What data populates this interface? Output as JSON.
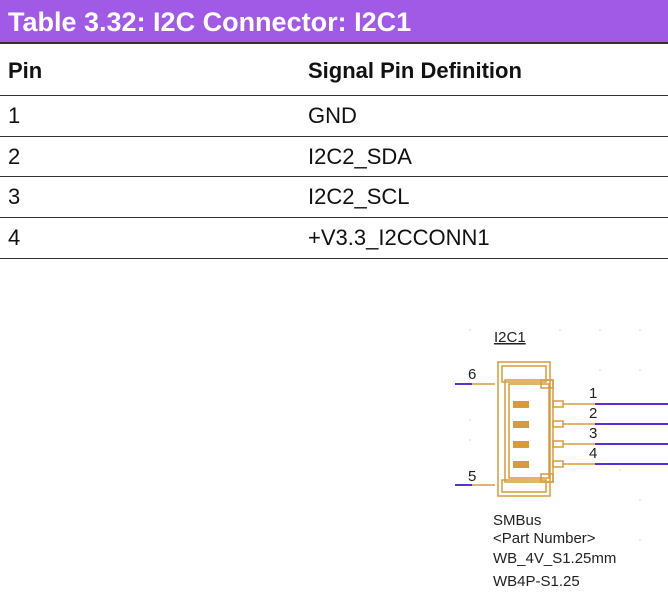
{
  "table": {
    "title": "Table 3.32: I2C Connector: I2C1",
    "headers": [
      "Pin",
      "Signal Pin Definition"
    ],
    "rows": [
      {
        "pin": "1",
        "signal": "GND"
      },
      {
        "pin": "2",
        "signal": "I2C2_SDA"
      },
      {
        "pin": "3",
        "signal": "I2C2_SCL"
      },
      {
        "pin": "4",
        "signal": "+V3.3_I2CCONN1"
      }
    ]
  },
  "schematic": {
    "ref": "I2C1",
    "pins": [
      "1",
      "2",
      "3",
      "4",
      "5",
      "6"
    ],
    "value": "SMBus",
    "part_number": "<Part Number>",
    "footprint": "WB_4V_S1.25mm",
    "part": "WB4P-S1.25",
    "colors": {
      "body": "#d99a3a",
      "wire": "#5a2fd6",
      "header": "#a15ae6"
    }
  }
}
